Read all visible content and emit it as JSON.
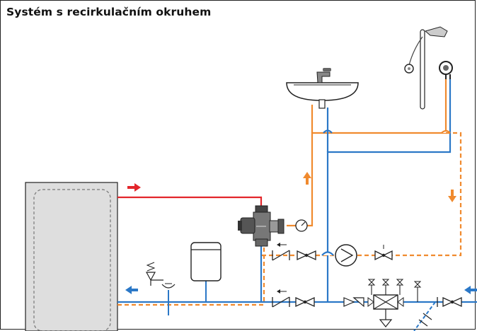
{
  "title": "Systém s recirkulačním okruhem",
  "colors": {
    "hot_supply": "#e3262b",
    "hot_mixed": "#f08a2e",
    "cold": "#2b78c7",
    "recirculation": "#f08a2e",
    "tank_fill": "#dedede",
    "outline": "#222222"
  },
  "icons": {
    "tank": "storage-water-heater",
    "washbasin": "washbasin-with-faucet",
    "shower": "shower-with-head",
    "mixing_valve": "thermostatic-mixing-valve",
    "thermometer": "thermometer-gauge",
    "pump": "circulation-pump",
    "expansion_vessel": "expansion-vessel",
    "safety_valve": "safety-relief-valve",
    "check_valve": "check-valve",
    "ball_valve": "ball-valve",
    "pressure_reducer": "pressure-reducing-valve",
    "strainer": "strainer-filter"
  }
}
